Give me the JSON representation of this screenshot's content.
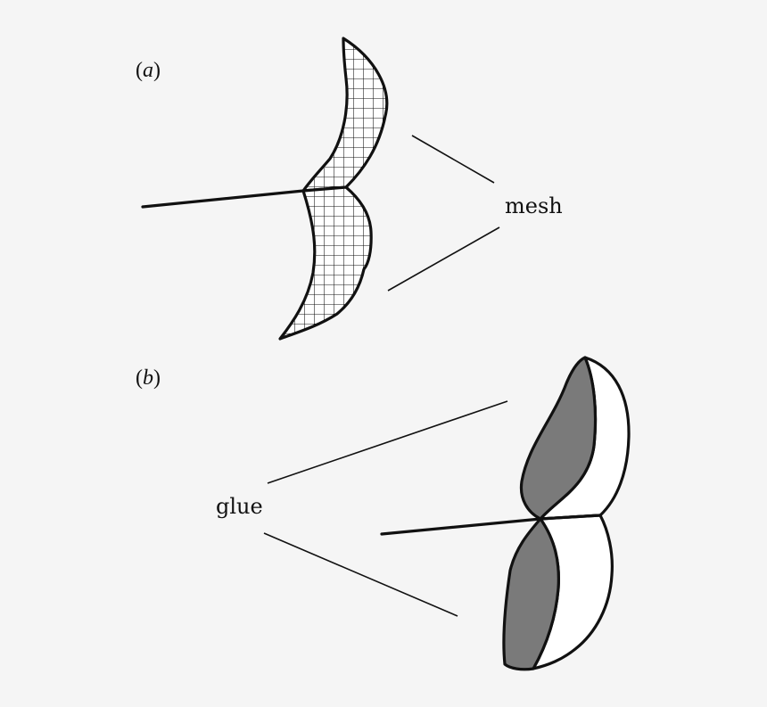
{
  "panel_a": {
    "label_open": "(",
    "label_letter": "a",
    "label_close": ")",
    "callout": "mesh"
  },
  "panel_b": {
    "label_open": "(",
    "label_letter": "b",
    "label_close": ")",
    "callout": "glue"
  },
  "colors": {
    "background": "#f5f5f5",
    "stroke": "#111111",
    "glue_fill": "#7a7a7a",
    "white_fill": "#ffffff"
  }
}
